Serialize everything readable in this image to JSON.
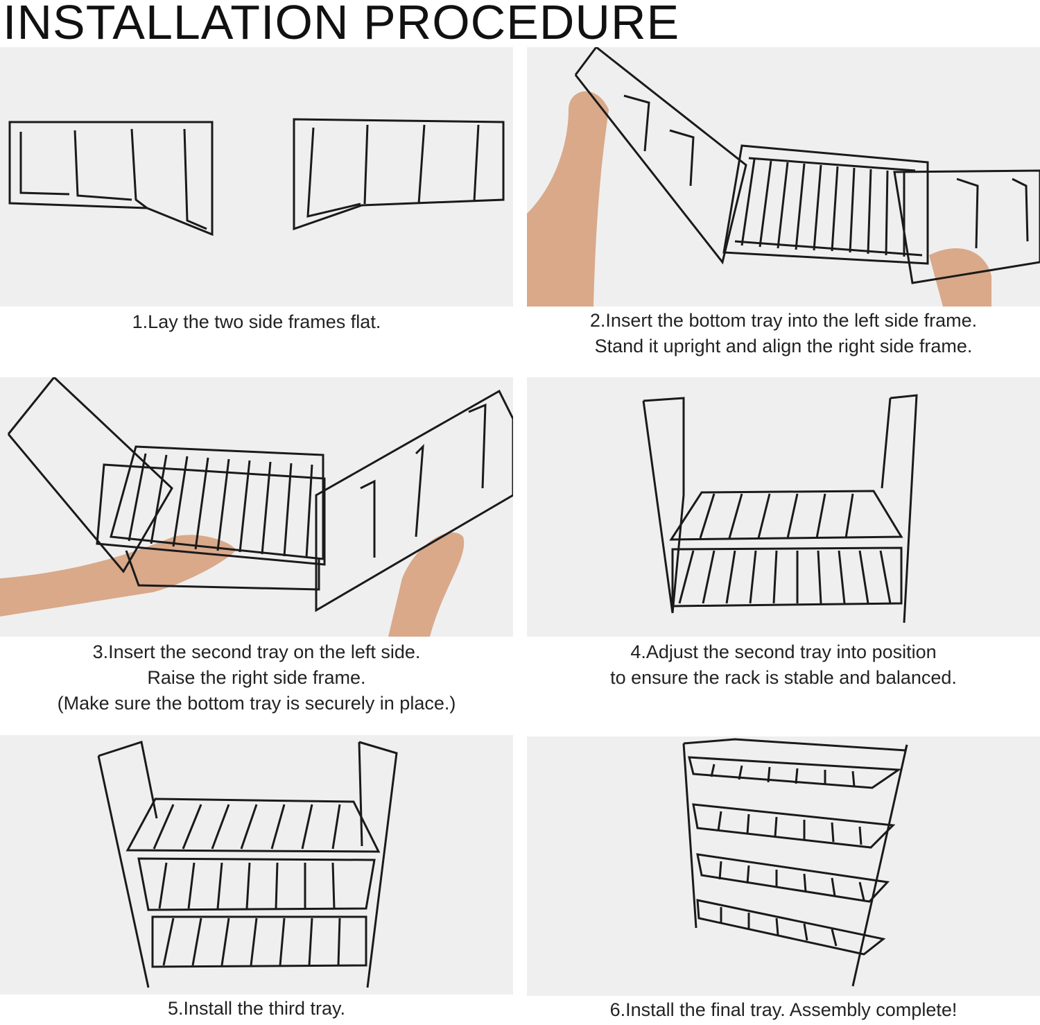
{
  "title": "INSTALLATION PROCEDURE",
  "steps": [
    {
      "lines": [
        "1.Lay the two side frames flat."
      ]
    },
    {
      "lines": [
        "2.Insert the bottom tray into the left side frame.",
        "Stand it upright and align the right side frame."
      ]
    },
    {
      "lines": [
        "3.Insert the second tray on the left side.",
        "Raise the right side frame.",
        "(Make sure the bottom tray is securely in place.)"
      ]
    },
    {
      "lines": [
        "4.Adjust the second tray into position",
        "to ensure the rack is stable and balanced."
      ]
    },
    {
      "lines": [
        "5.Install the third tray."
      ]
    },
    {
      "lines": [
        "6.Install the final tray. Assembly complete!"
      ]
    }
  ]
}
